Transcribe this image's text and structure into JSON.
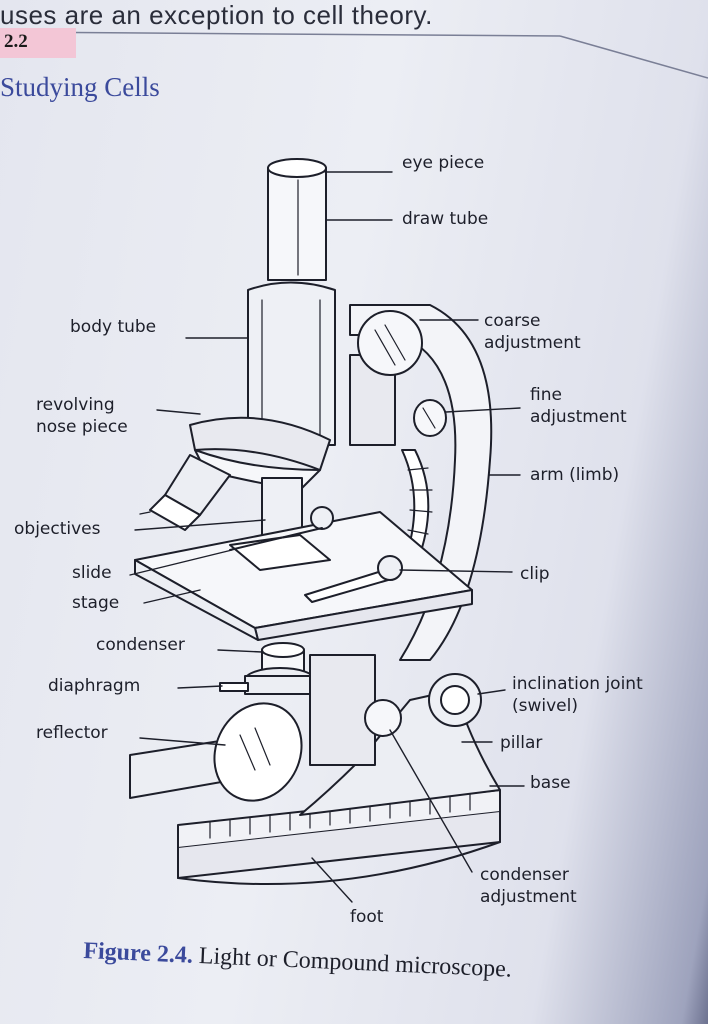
{
  "header": {
    "top_text": "uses are an exception to cell theory.",
    "section_number": "2.2",
    "section_title": "Studying Cells"
  },
  "labels": {
    "eye_piece": "eye piece",
    "draw_tube": "draw tube",
    "body_tube": "body tube",
    "coarse_adjustment": "coarse\nadjustment",
    "revolving_nose_piece": "revolving\nnose piece",
    "fine_adjustment": "fine\nadjustment",
    "arm": "arm (limb)",
    "objectives": "objectives",
    "slide": "slide",
    "stage": "stage",
    "clip": "clip",
    "condenser": "condenser",
    "diaphragm": "diaphragm",
    "inclination_joint": "inclination joint\n(swivel)",
    "reflector": "reflector",
    "pillar": "pillar",
    "base": "base",
    "condenser_adjustment": "condenser\nadjustment",
    "foot": "foot"
  },
  "caption": {
    "figure_label": "Figure 2.4.",
    "text": " Light or Compound microscope."
  },
  "colors": {
    "ink": "#1d1f2a",
    "title_blue": "#3b4a9c",
    "badge_pink": "#f3c6d6"
  }
}
